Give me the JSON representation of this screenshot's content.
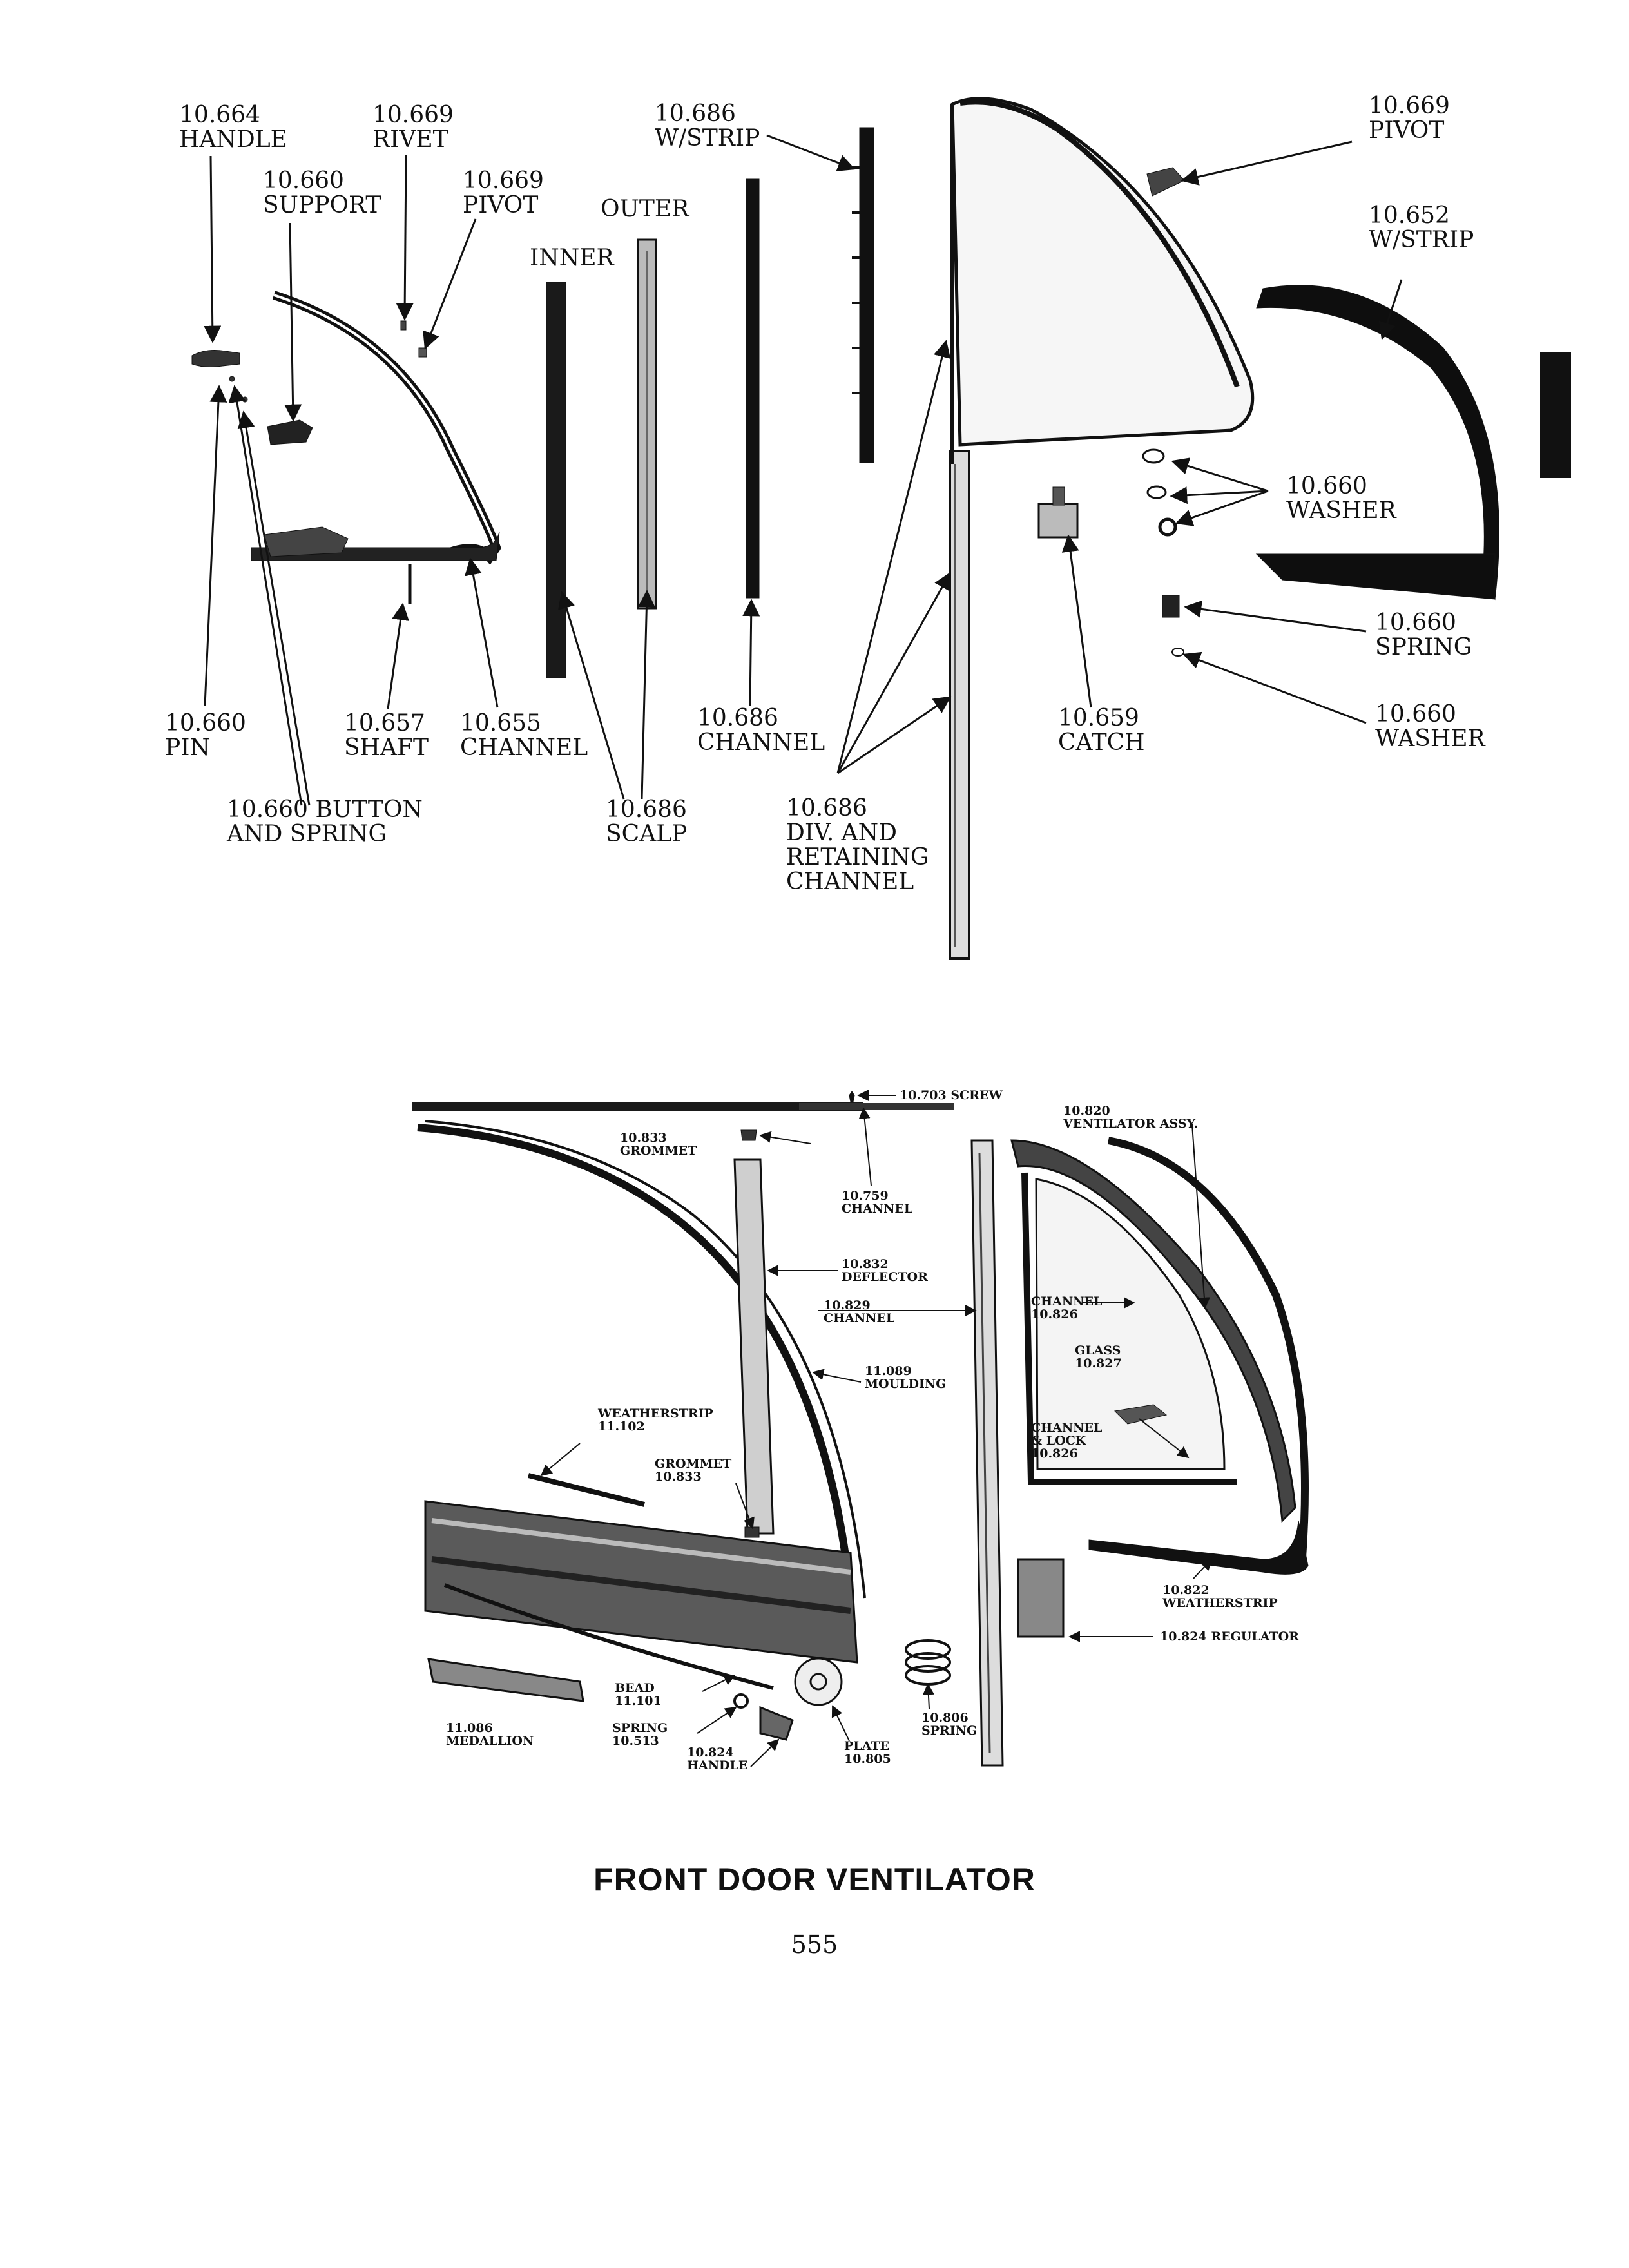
{
  "top_labels": {
    "handle": [
      "10.664",
      "HANDLE"
    ],
    "rivet": [
      "10.669",
      "RIVET"
    ],
    "support": [
      "10.660",
      "SUPPORT"
    ],
    "pivot_left": [
      "10.669",
      "PIVOT"
    ],
    "outer": [
      "OUTER"
    ],
    "inner": [
      "INNER"
    ],
    "wstrip_mid": [
      "10.686",
      "W/STRIP"
    ],
    "pivot_right": [
      "10.669",
      "PIVOT"
    ],
    "wstrip_right": [
      "10.652",
      "W/STRIP"
    ],
    "washer_1": [
      "10.660",
      "WASHER"
    ],
    "spring": [
      "10.660",
      "SPRING"
    ],
    "washer_2": [
      "10.660",
      "WASHER"
    ],
    "pin": [
      "10.660",
      "PIN"
    ],
    "shaft": [
      "10.657",
      "SHAFT"
    ],
    "channel_655": [
      "10.655",
      "CHANNEL"
    ],
    "channel_686": [
      "10.686",
      "CHANNEL"
    ],
    "catch": [
      "10.659",
      "CATCH"
    ],
    "button_spring": [
      "10.660 BUTTON",
      "AND SPRING"
    ],
    "scalp": [
      "10.686",
      "SCALP"
    ],
    "div_channel": [
      "10.686",
      "DIV. AND",
      "RETAINING",
      "CHANNEL"
    ]
  },
  "bottom_labels": {
    "screw": [
      "10.703 SCREW"
    ],
    "ventilator_assy": [
      "10.820",
      "VENTILATOR ASSY."
    ],
    "grommet_top": [
      "10.833",
      "GROMMET"
    ],
    "channel_759": [
      "10.759",
      "CHANNEL"
    ],
    "deflector": [
      "10.832",
      "DEFLECTOR"
    ],
    "channel_829": [
      "10.829",
      "CHANNEL"
    ],
    "moulding": [
      "11.089",
      "MOULDING"
    ],
    "channel_826": [
      "CHANNEL",
      "10.826"
    ],
    "glass": [
      "GLASS",
      "10.827"
    ],
    "channel_lock": [
      "CHANNEL",
      "& LOCK",
      "10.826"
    ],
    "weatherstrip_left": [
      "WEATHERSTRIP",
      "11.102"
    ],
    "grommet_low": [
      "GROMMET",
      "10.833"
    ],
    "weatherstrip_right": [
      "10.822",
      "WEATHERSTRIP"
    ],
    "regulator": [
      "10.824 REGULATOR"
    ],
    "bead": [
      "BEAD",
      "11.101"
    ],
    "medallion": [
      "11.086",
      "MEDALLION"
    ],
    "spring_513": [
      "SPRING",
      "10.513"
    ],
    "handle_824": [
      "10.824",
      "HANDLE"
    ],
    "plate": [
      "PLATE",
      "10.805"
    ],
    "spring_806": [
      "10.806",
      "SPRING"
    ]
  },
  "title": "FRONT DOOR VENTILATOR",
  "page_number": "555"
}
